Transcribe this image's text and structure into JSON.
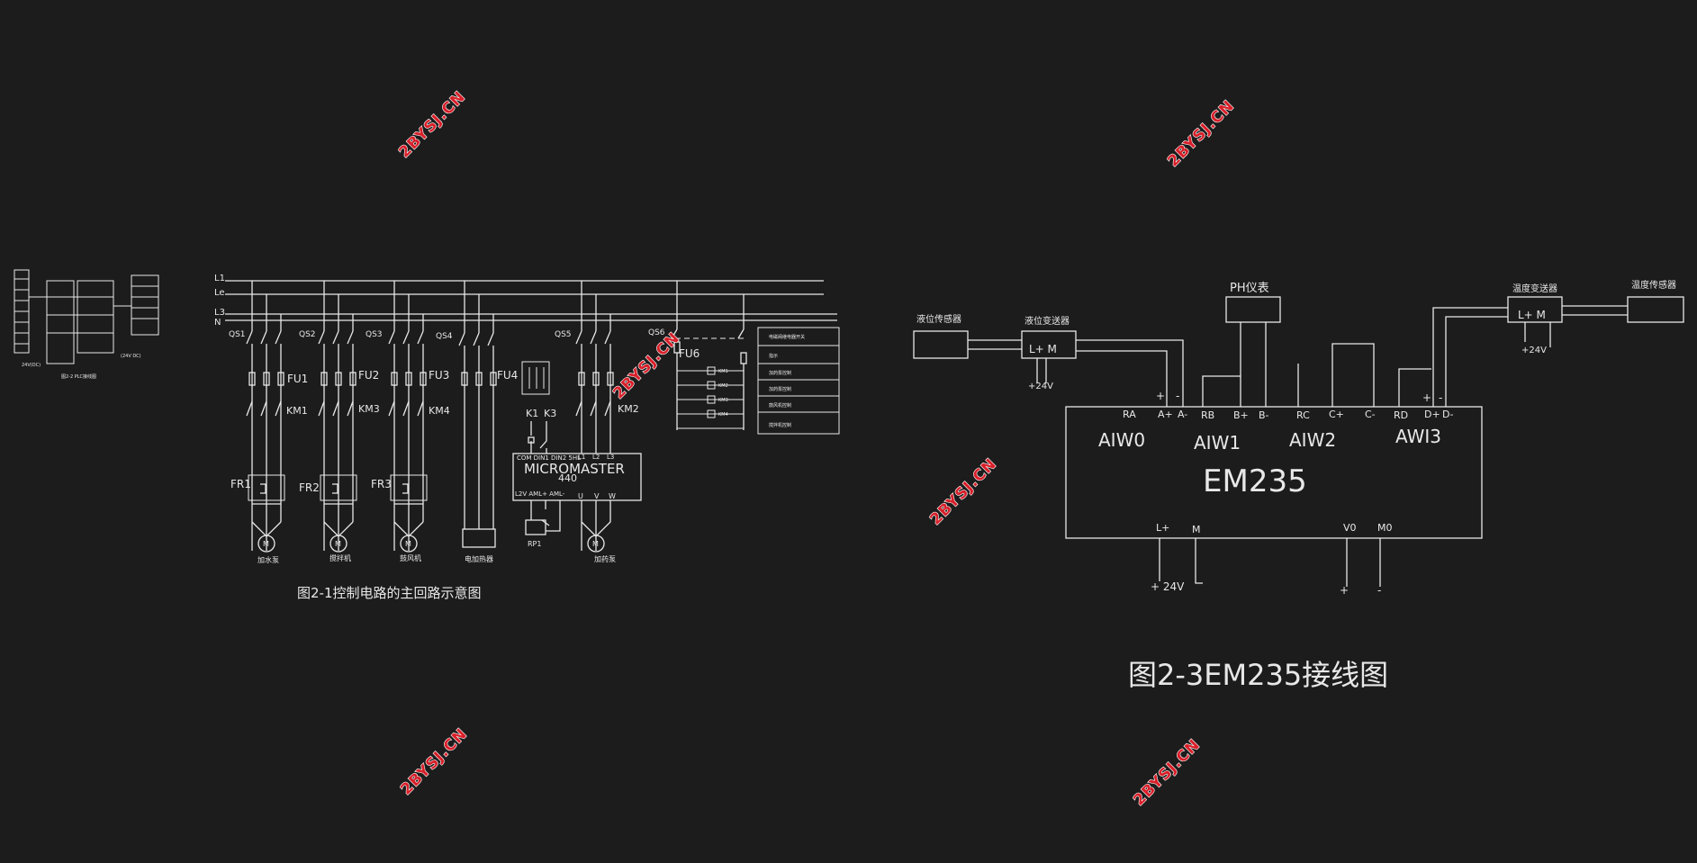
{
  "watermark": "2BYSJ.CN",
  "colors": {
    "background": "#1c1c1c",
    "line": "#e8e8e8",
    "watermark": "#d8202a"
  },
  "thumbnail": {
    "caption": "图2-2 PLC接线图",
    "left_note": "24V(DC)",
    "right_note": "(24V DC)"
  },
  "left": {
    "bus": [
      "L1",
      "Le",
      "L3",
      "N"
    ],
    "switches": [
      "QS1",
      "QS2",
      "QS3",
      "QS4",
      "QS5",
      "QS6"
    ],
    "fuses": [
      "FU1",
      "FU2",
      "FU3",
      "FU4",
      "FU6"
    ],
    "contactors": [
      "KM1",
      "KM3",
      "KM4",
      "KM2"
    ],
    "relays": [
      "FR1",
      "FR2",
      "FR3"
    ],
    "motors": [
      "加水泵",
      "搅拌机",
      "鼓风机",
      "电加热器",
      "加药泵"
    ],
    "motor_symbol": "M",
    "k_labels": [
      "K1",
      "K3"
    ],
    "inverter": {
      "name": "MICROMASTER",
      "model": "440",
      "top_terms": "COM DIN1 DIN2 5HL",
      "bottom_terms": "L2V  AML+ AML-",
      "uvw": [
        "U",
        "V",
        "W"
      ],
      "input_terms": [
        "L1",
        "L2",
        "L3"
      ]
    },
    "rp": "RP1",
    "control_labels": [
      "KM1",
      "KM2",
      "KM3",
      "KM4"
    ],
    "table_rows": [
      "电磁阀继电器开关",
      "指示",
      "加药泵控制",
      "加药泵控制",
      "鼓风机控制",
      "搅拌机控制"
    ],
    "caption": "图2-1控制电路的主回路示意图"
  },
  "right": {
    "sensors": {
      "level_sensor": "液位传感器",
      "level_transmitter": "液位变送器",
      "ph": "PH仪表",
      "temp_transmitter": "温度变送器",
      "temp_sensor": "温度传感器",
      "lm": "L+ M",
      "v24": "+24V"
    },
    "module": "EM235",
    "terminals": [
      "RA",
      "A+",
      "A-",
      "RB",
      "B+",
      "B-",
      "RC",
      "C+",
      "C-",
      "RD",
      "D+",
      "D-"
    ],
    "channels": [
      "AIW0",
      "AIW1",
      "AIW2",
      "AWI3"
    ],
    "bottom_terms": [
      "L+",
      "M",
      "V0",
      "M0"
    ],
    "bottom_labels": [
      "+ 24V",
      "+",
      "-"
    ],
    "plus_minus": [
      "+",
      "-",
      "+",
      "-"
    ],
    "caption": "图2-3EM235接线图"
  }
}
